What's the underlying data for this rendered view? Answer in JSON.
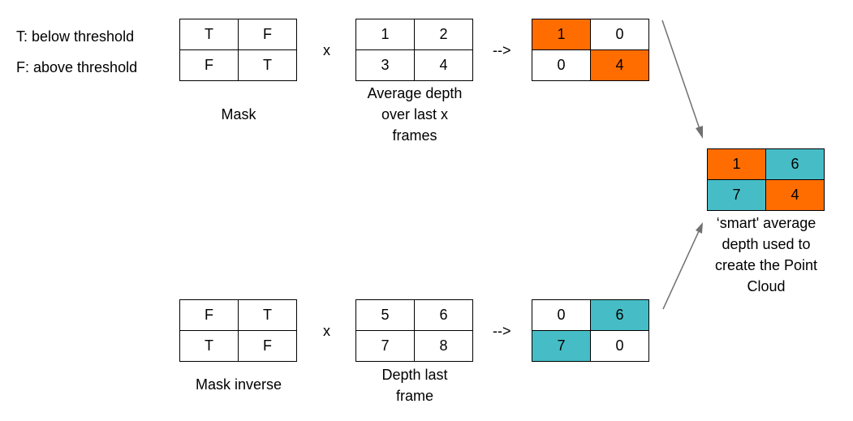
{
  "legend": {
    "t_line": "T: below threshold",
    "f_line": "F: above threshold"
  },
  "top_row": {
    "mask": {
      "cells": [
        "T",
        "F",
        "F",
        "T"
      ],
      "caption": "Mask"
    },
    "operator": "x",
    "average": {
      "cells": [
        "1",
        "2",
        "3",
        "4"
      ],
      "caption_lines": [
        "Average depth",
        "over last x",
        "frames"
      ]
    },
    "arrow": "-->",
    "result": {
      "cells": [
        "1",
        "0",
        "0",
        "4"
      ]
    }
  },
  "bottom_row": {
    "mask_inverse": {
      "cells": [
        "F",
        "T",
        "T",
        "F"
      ],
      "caption": "Mask inverse"
    },
    "operator": "x",
    "depth_last": {
      "cells": [
        "5",
        "6",
        "7",
        "8"
      ],
      "caption_lines": [
        "Depth last",
        "frame"
      ]
    },
    "arrow": "-->",
    "result": {
      "cells": [
        "0",
        "6",
        "7",
        "0"
      ]
    }
  },
  "final": {
    "cells": [
      "1",
      "6",
      "7",
      "4"
    ],
    "caption_lines": [
      "‘smart' average",
      "depth used to",
      "create the Point",
      "Cloud"
    ]
  },
  "colors": {
    "orange": "#ff6d01",
    "teal": "#46bdc6",
    "arrow": "#707070"
  }
}
